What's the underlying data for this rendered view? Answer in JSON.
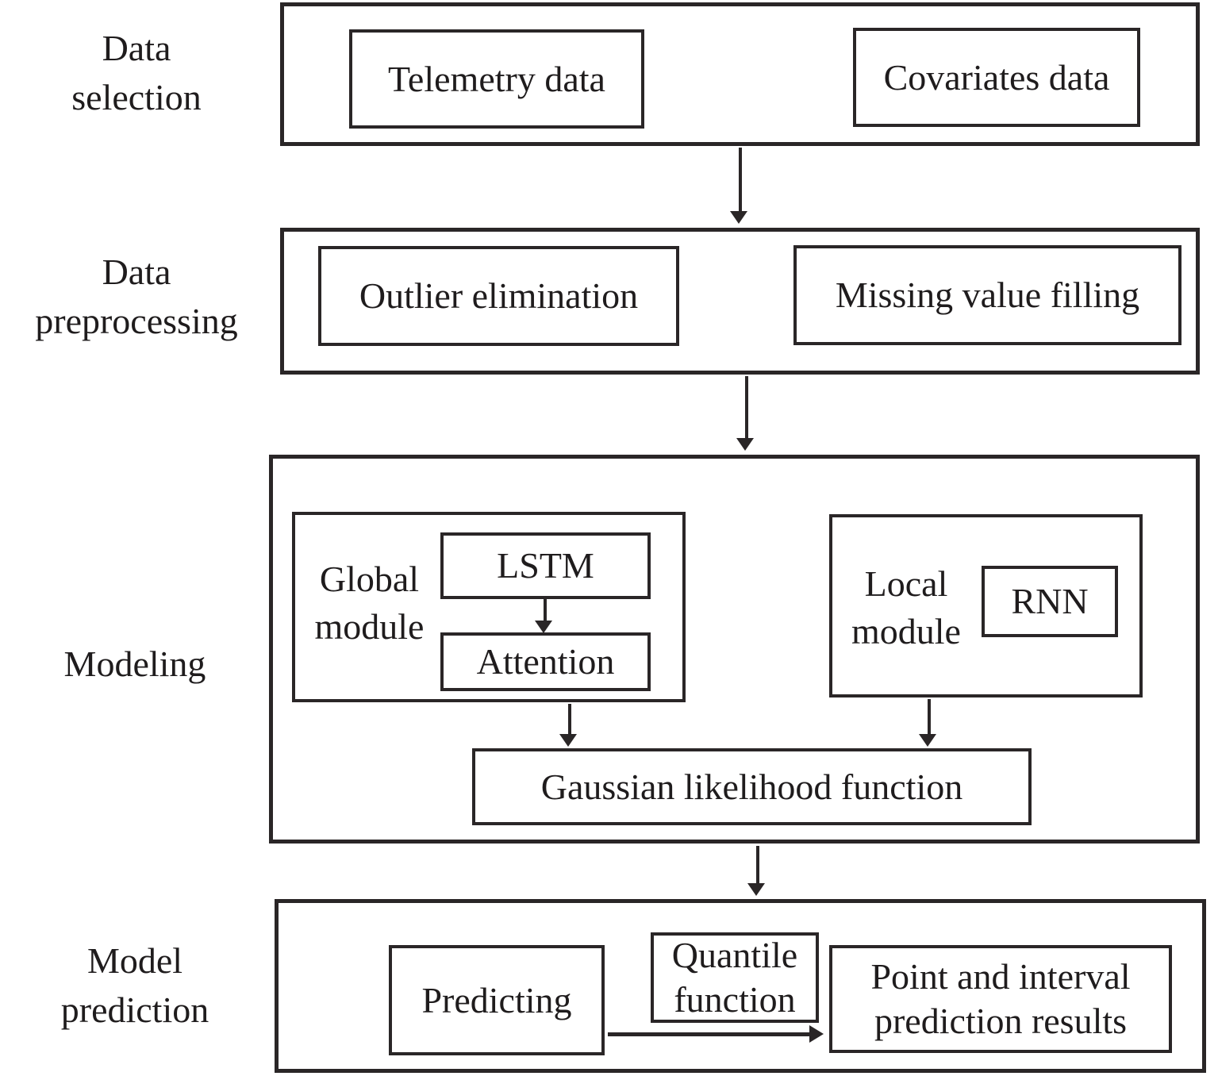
{
  "colors": {
    "line": "#2a2627",
    "text": "#1f1c1d",
    "background": "#ffffff"
  },
  "stages": [
    {
      "label_lines": [
        "Data",
        "selection"
      ],
      "boxes": [
        {
          "text": "Telemetry data"
        },
        {
          "text": "Covariates data"
        }
      ]
    },
    {
      "label_lines": [
        "Data",
        "preprocessing"
      ],
      "boxes": [
        {
          "text": "Outlier elimination"
        },
        {
          "text": "Missing value filling"
        }
      ]
    },
    {
      "label_lines": [
        "Modeling"
      ],
      "global_module": {
        "label_lines": [
          "Global",
          "module"
        ],
        "inner_boxes": [
          {
            "text": "LSTM"
          },
          {
            "text": "Attention"
          }
        ]
      },
      "local_module": {
        "label_lines": [
          "Local",
          "module"
        ],
        "inner_boxes": [
          {
            "text": "RNN"
          }
        ]
      },
      "merge_box": {
        "text": "Gaussian likelihood function"
      }
    },
    {
      "label_lines": [
        "Model",
        "prediction"
      ],
      "boxes": [
        {
          "text": "Predicting"
        },
        {
          "lines": [
            "Quantile",
            "function"
          ]
        },
        {
          "lines": [
            "Point and interval",
            "prediction results"
          ]
        }
      ]
    }
  ]
}
